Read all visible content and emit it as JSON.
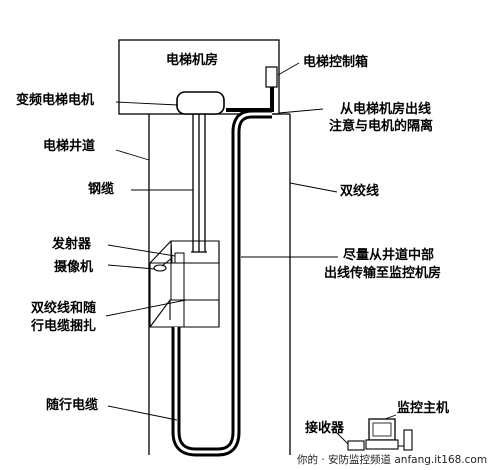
{
  "labels": {
    "machine_room": "电梯机房",
    "control_box": "电梯控制箱",
    "motor": "变频电梯电机",
    "route_line1": "从电梯机房出线",
    "route_line2": "注意与电机的隔离",
    "shaft": "电梯井道",
    "steel_cable": "钢缆",
    "twisted_pair": "双绞线",
    "transmitter": "发射器",
    "camera": "摄像机",
    "middle_line1": "尽量从井道中部",
    "middle_line2": "出线传输至监控机房",
    "bundle_line1": "双绞线和随",
    "bundle_line2": "行电缆捆扎",
    "trailing_cable": "随行电缆",
    "receiver": "接收器",
    "monitor_host": "监控主机"
  },
  "watermark": "你的 · 安防监控频道   anfang.it168.com"
}
